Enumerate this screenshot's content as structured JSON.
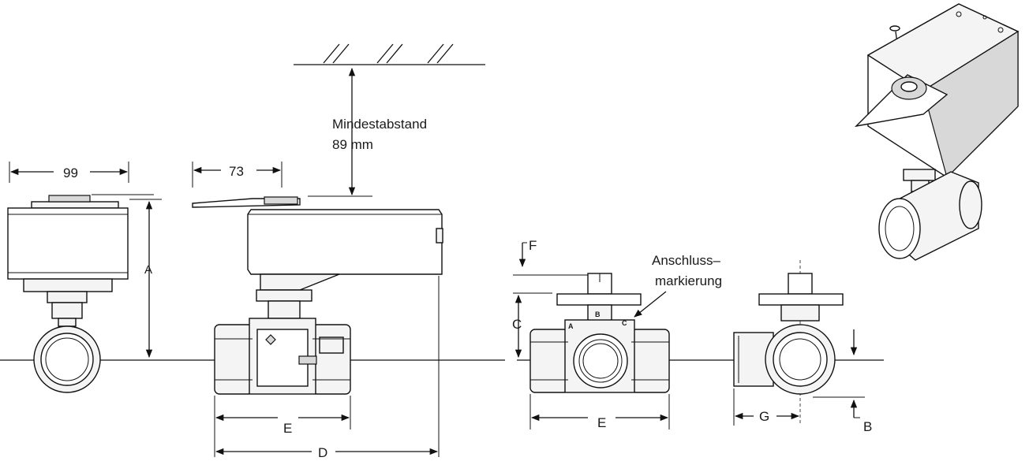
{
  "dimensions": {
    "width_top_view": "99",
    "lever_offset": "73",
    "clearance_title": "Mindestabstand",
    "clearance_value": "89 mm",
    "label_A": "A",
    "label_B": "B",
    "label_C": "C",
    "label_D": "D",
    "label_E_left": "E",
    "label_E_right": "E",
    "label_F": "F",
    "label_G": "G"
  },
  "port_marking": {
    "line1": "Anschluss–",
    "line2": "markierung",
    "port_a": "A",
    "port_b": "B",
    "port_c": "C"
  }
}
